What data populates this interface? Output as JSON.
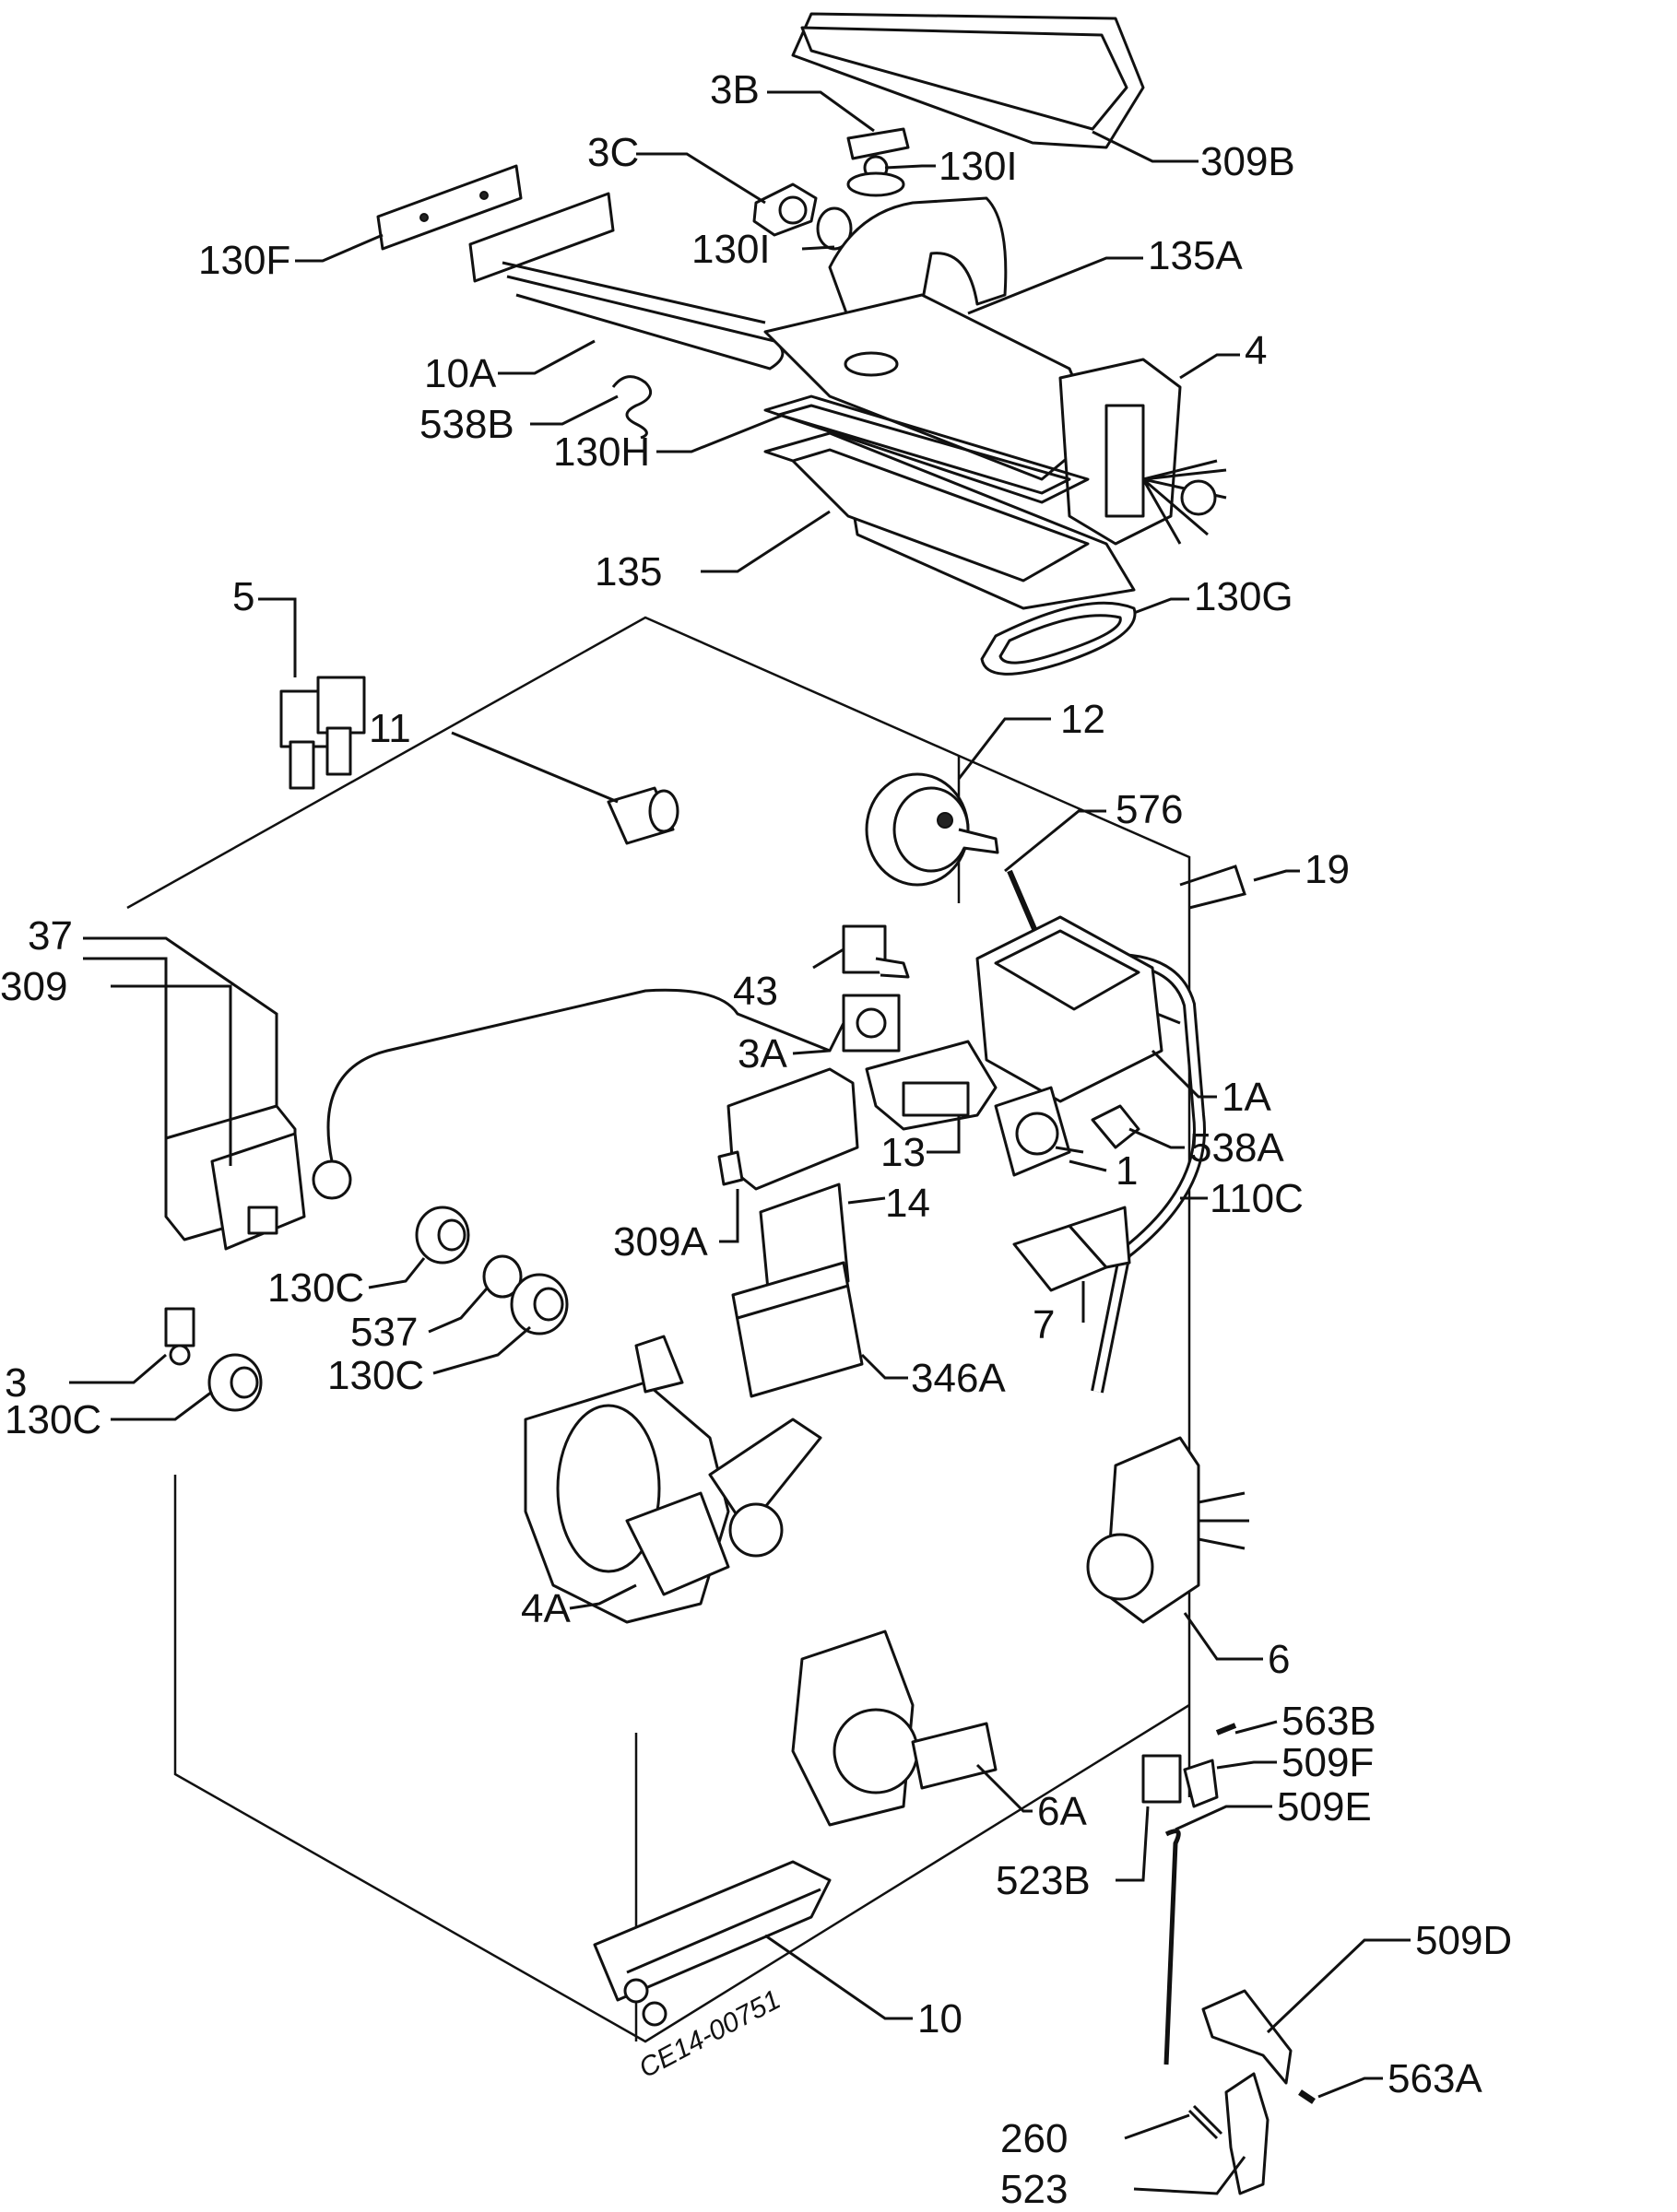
{
  "labels": {
    "l309B": "309B",
    "l3B": "3B",
    "l3C": "3C",
    "l130Ia": "130I",
    "l130Ib": "130I",
    "l130F": "130F",
    "l135A": "135A",
    "l4": "4",
    "l10A": "10A",
    "l538B": "538B",
    "l130H": "130H",
    "l135": "135",
    "l130G": "130G",
    "l5": "5",
    "l11": "11",
    "l12": "12",
    "l576": "576",
    "l19": "19",
    "l37": "37",
    "l309": "309",
    "l43": "43",
    "l3A": "3A",
    "l1A": "1A",
    "l13": "13",
    "l538A": "538A",
    "l1": "1",
    "l110C": "110C",
    "l14": "14",
    "l309A": "309A",
    "l7": "7",
    "l130Ca": "130C",
    "l537": "537",
    "l130Cb": "130C",
    "l3": "3",
    "l130Cc": "130C",
    "l346A": "346A",
    "l4A": "4A",
    "l6": "6",
    "l563B": "563B",
    "l509F": "509F",
    "l509E": "509E",
    "l6A": "6A",
    "l523B": "523B",
    "l509D": "509D",
    "l10": "10",
    "l563A": "563A",
    "l260": "260",
    "l523": "523"
  },
  "drawing_ref": "CE14-00751"
}
